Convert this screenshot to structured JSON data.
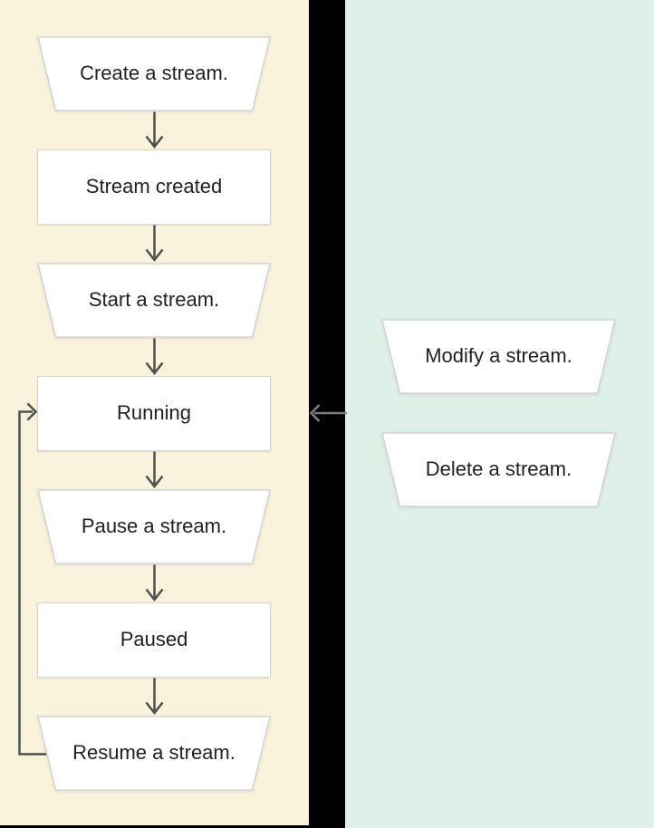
{
  "colors": {
    "left_panel_bg": "#FAF3DB",
    "right_panel_bg": "#DFF0E8",
    "divider": "#000000",
    "node_fill": "#FFFFFF",
    "node_border": "#D3D5D7",
    "arrow": "#4F4F4F",
    "cross_panel_arrow": "#7E7E7E",
    "text": "#212121"
  },
  "left_panel": {
    "nodes": [
      {
        "id": "create-stream",
        "shape": "trapezoid",
        "label": "Create a stream."
      },
      {
        "id": "stream-created",
        "shape": "rect",
        "label": "Stream created"
      },
      {
        "id": "start-stream",
        "shape": "trapezoid",
        "label": "Start a stream."
      },
      {
        "id": "running",
        "shape": "rect",
        "label": "Running"
      },
      {
        "id": "pause-stream",
        "shape": "trapezoid",
        "label": "Pause a stream."
      },
      {
        "id": "paused",
        "shape": "rect",
        "label": "Paused"
      },
      {
        "id": "resume-stream",
        "shape": "trapezoid",
        "label": "Resume a stream."
      }
    ]
  },
  "right_panel": {
    "nodes": [
      {
        "id": "modify-stream",
        "shape": "trapezoid",
        "label": "Modify a stream."
      },
      {
        "id": "delete-stream",
        "shape": "trapezoid",
        "label": "Delete a stream."
      }
    ]
  }
}
